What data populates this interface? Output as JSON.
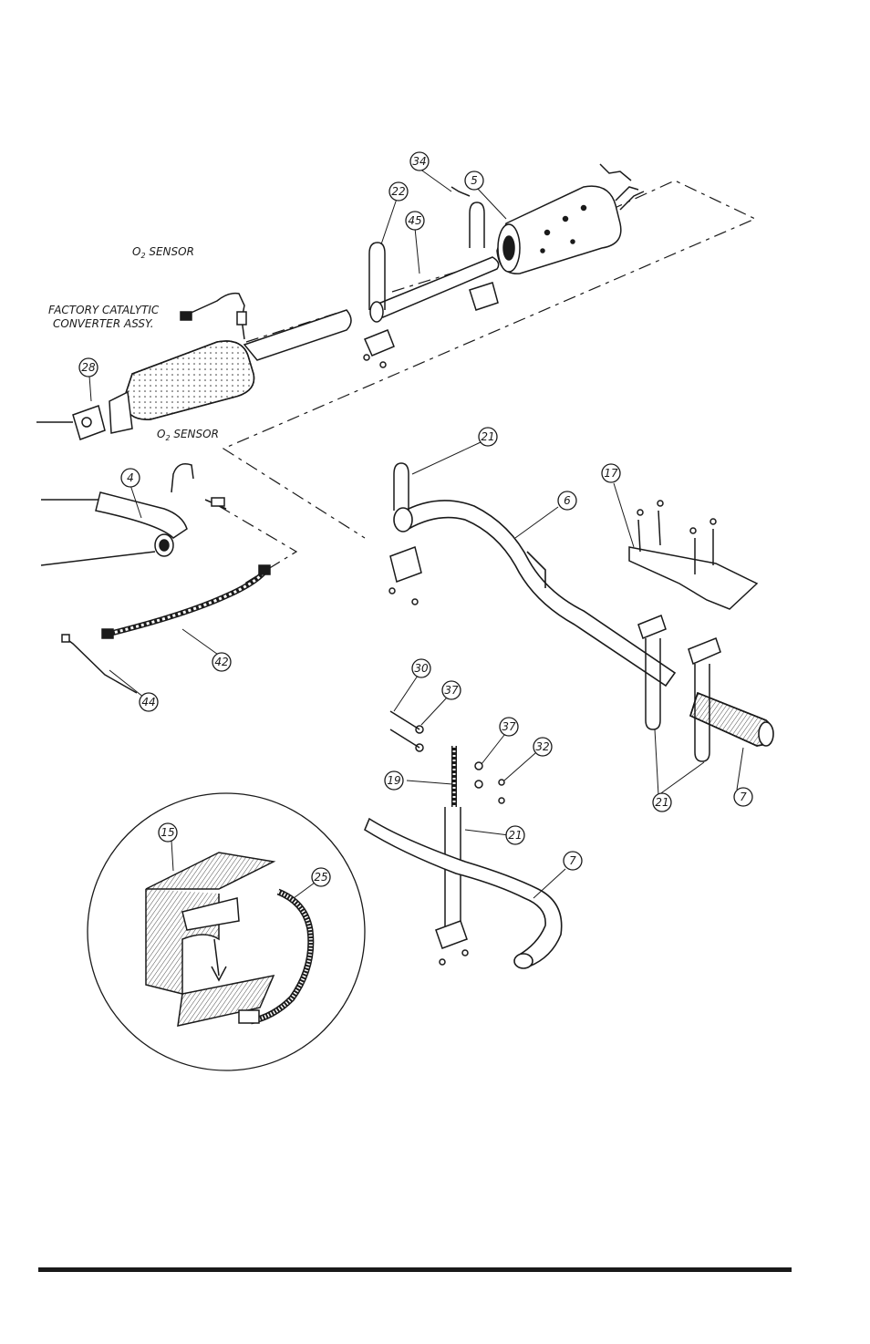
{
  "labels": {
    "o2_sensor_top_prefix": "O",
    "o2_sensor_top_sub": "2",
    "o2_sensor_top_suffix": " SENSOR",
    "o2_sensor_mid_prefix": "O",
    "o2_sensor_mid_sub": "2",
    "o2_sensor_mid_suffix": " SENSOR",
    "catalytic_line1": "FACTORY CATALYTIC",
    "catalytic_line2": "CONVERTER ASSY."
  },
  "callouts": {
    "c34": "34",
    "c5": "5",
    "c22": "22",
    "c45": "45",
    "c28": "28",
    "c4": "4",
    "c21a": "21",
    "c6": "6",
    "c17": "17",
    "c42": "42",
    "c44": "44",
    "c30": "30",
    "c37a": "37",
    "c37b": "37",
    "c32": "32",
    "c19": "19",
    "c21b": "21",
    "c21c": "21",
    "c7a": "7",
    "c15": "15",
    "c25": "25",
    "c7b": "7"
  },
  "colors": {
    "ink": "#1a1a1a",
    "background": "#ffffff"
  }
}
